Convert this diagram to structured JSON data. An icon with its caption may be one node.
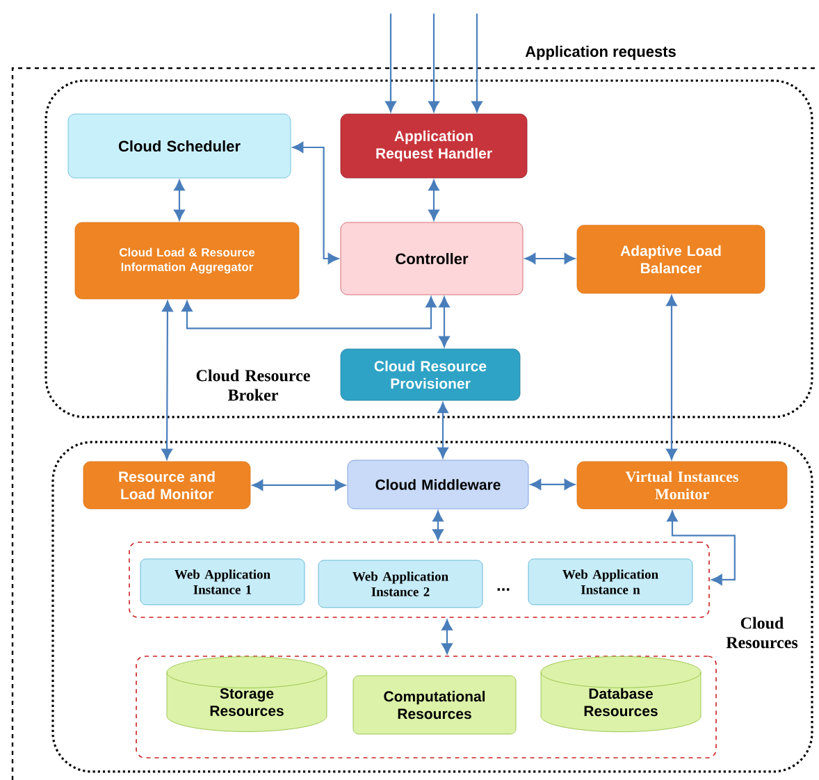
{
  "diagram": {
    "nodes": [
      {
        "text": [
          "Cloud Resource Broker"
        ]
      },
      {
        "text": [
          "Cloud Scheduler"
        ],
        "in": 0
      },
      {
        "text": [
          "Application Request Handler"
        ],
        "in": 0
      },
      {
        "text": [
          "Cloud Load & Resource Information Aggregator"
        ],
        "in": 0
      },
      {
        "text": [
          "Controller"
        ],
        "in": 0
      },
      {
        "text": [
          "Adaptive Load Balancer"
        ],
        "in": 0
      },
      {
        "text": [
          "Cloud Resource Provisioner"
        ],
        "in": 0
      },
      {
        "text": [
          "Cloud Resources"
        ]
      },
      {
        "text": [
          "Resource and Load Monitor"
        ],
        "in": 7
      },
      {
        "text": [
          "Cloud Middleware"
        ],
        "in": 7
      },
      {
        "text": [
          "Virtual Instances Monitor"
        ],
        "in": 7
      },
      {
        "text": [],
        "shape": "box",
        "in": 7
      },
      {
        "text": [
          "Web Application Instance 1"
        ],
        "in": 11
      },
      {
        "text": [
          "Web Application Instance 2"
        ],
        "in": 11
      },
      {
        "text": [
          "Web Application Instance n"
        ],
        "in": 11
      },
      {
        "text": [],
        "shape": "box",
        "in": 7
      },
      {
        "text": [
          "Storage Resources"
        ],
        "in": 15
      },
      {
        "text": [
          "Computational Resources"
        ],
        "in": 15
      },
      {
        "text": [
          "Database Resources"
        ],
        "in": 15
      }
    ],
    "edges": [
      {
        "from": null,
        "to": 2,
        "arrow": "to"
      },
      {
        "from": null,
        "to": 2,
        "arrow": "to"
      },
      {
        "from": null,
        "to": 2,
        "arrow": "to"
      },
      {
        "from": 1,
        "to": 3,
        "arrow": "both"
      },
      {
        "from": 2,
        "to": 4,
        "arrow": "both"
      },
      {
        "from": 4,
        "to": 1,
        "arrow": "both"
      },
      {
        "from": 4,
        "to": 5,
        "arrow": "both"
      },
      {
        "from": 4,
        "to": 3,
        "arrow": "both"
      },
      {
        "from": 4,
        "to": 6,
        "arrow": "both"
      },
      {
        "from": 3,
        "to": 8,
        "arrow": "both"
      },
      {
        "from": 5,
        "to": 10,
        "arrow": "both"
      },
      {
        "from": 6,
        "to": 9,
        "arrow": "both"
      },
      {
        "from": 8,
        "to": 9,
        "arrow": "both"
      },
      {
        "from": 9,
        "to": 10,
        "arrow": "both"
      },
      {
        "from": 9,
        "to": 11,
        "arrow": "both"
      },
      {
        "from": 10,
        "to": 11,
        "arrow": "both"
      },
      {
        "from": 11,
        "to": 15,
        "arrow": "both"
      }
    ],
    "labels": [
      "Application requests",
      "..."
    ]
  }
}
